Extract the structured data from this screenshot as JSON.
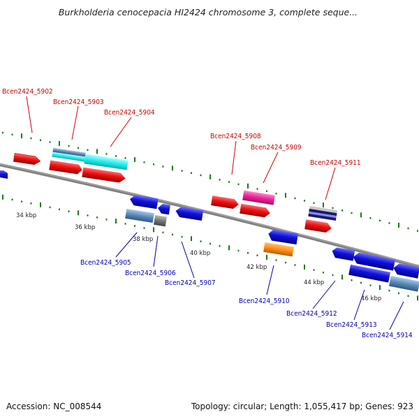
{
  "title": "Burkholderia cenocepacia HI2424 chromosome 3, complete seque...",
  "footer": {
    "accession": "Accession: NC_008544",
    "summary": "Topology: circular; Length: 1,055,417 bp; Genes: 923"
  },
  "scale_labels": [
    "34 kbp",
    "36 kbp",
    "38 kbp",
    "40 kbp",
    "42 kbp",
    "44 kbp",
    "46 kbp"
  ],
  "genes_top": [
    "Bcen2424_5902",
    "Bcen2424_5903",
    "Bcen2424_5904",
    "Bcen2424_5908",
    "Bcen2424_5909",
    "Bcen2424_5911"
  ],
  "genes_bottom": [
    "Bcen2424_5905",
    "Bcen2424_5906",
    "Bcen2424_5907",
    "Bcen2424_5910",
    "Bcen2424_5912",
    "Bcen2424_5913",
    "Bcen2424_5914"
  ],
  "colors": {
    "backbone": "#808080",
    "tick_green": "#1a7a1a",
    "top_label": "#cc0000",
    "bottom_label": "#0000b0",
    "red": "#ee1111",
    "blue": "#1111dd",
    "cyan": "#22eeee",
    "steel_blue": "#5a8ab8",
    "magenta": "#ee2299",
    "orange": "#ff8c11",
    "gray": "#777777",
    "navy": "#1a1a66"
  }
}
